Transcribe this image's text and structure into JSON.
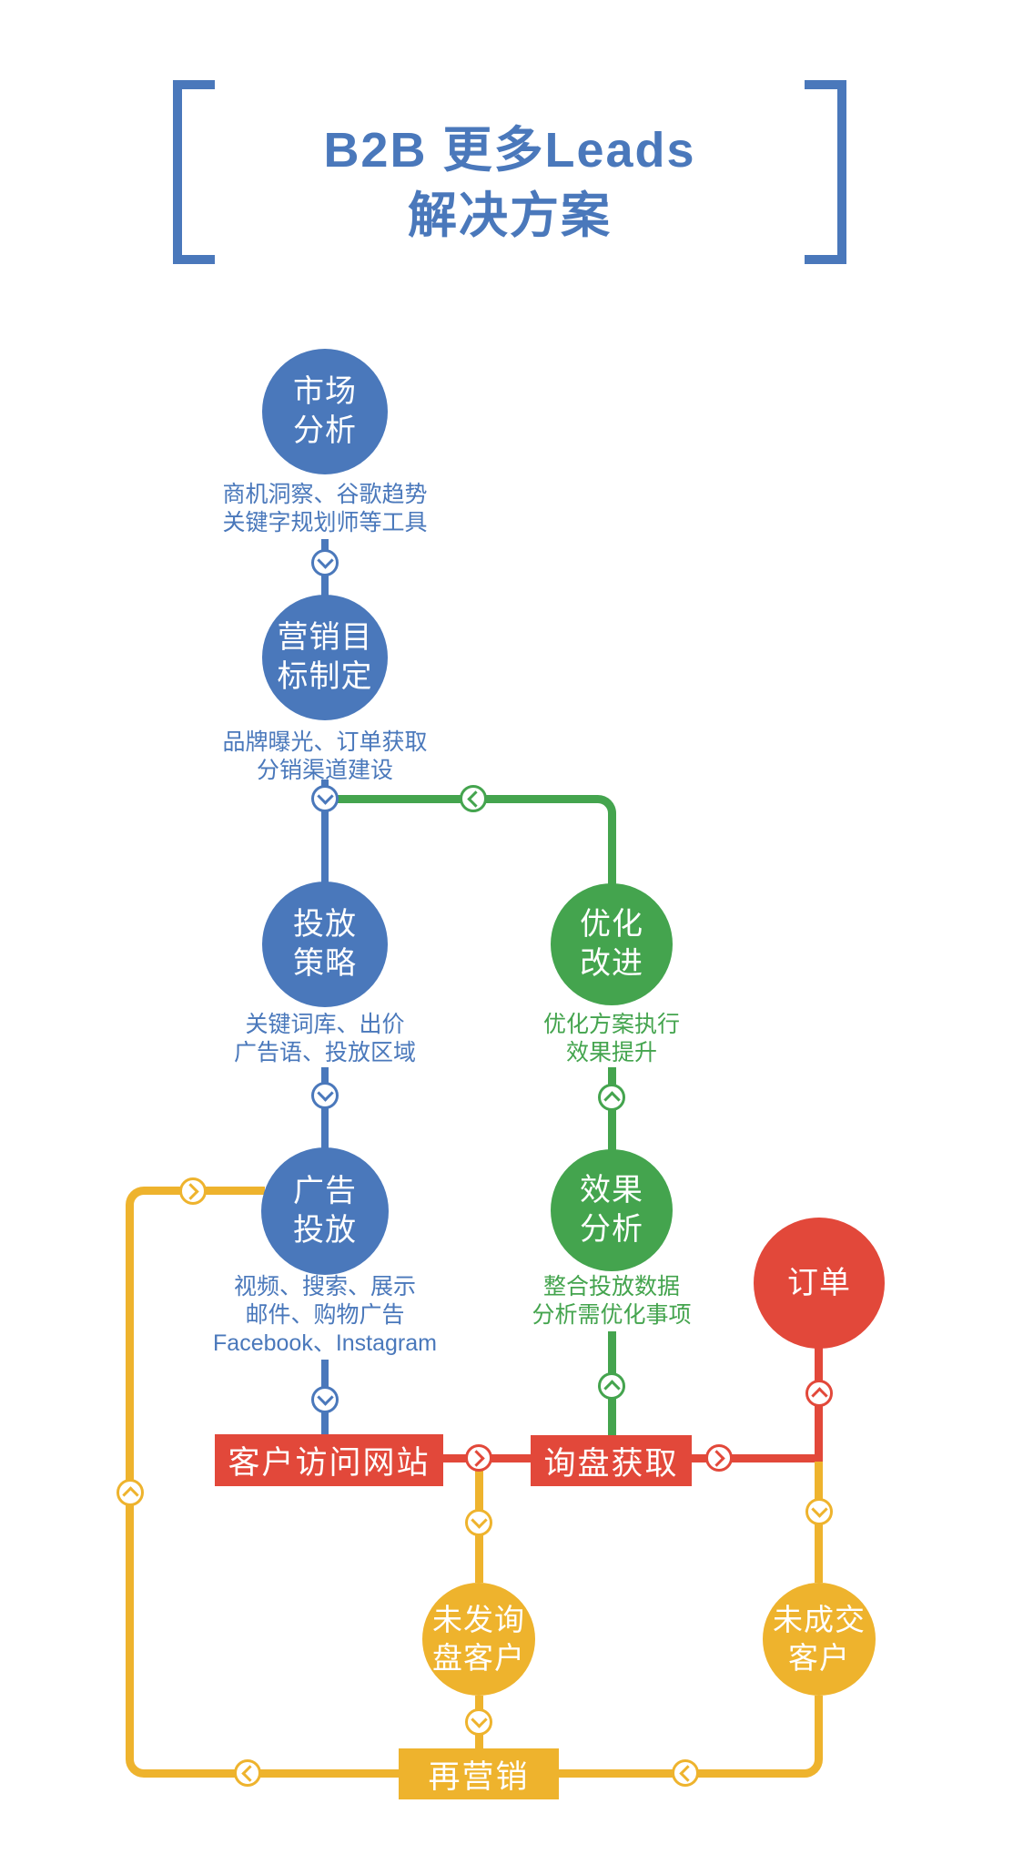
{
  "colors": {
    "blue": "#4a78bb",
    "green": "#44a44e",
    "red": "#e2483a",
    "yellow": "#eeb32d"
  },
  "title": {
    "line1": "B2B 更多Leads",
    "line2": "解决方案"
  },
  "flow": {
    "market_analysis": {
      "label": "市场\n分析",
      "caption": "商机洞察、谷歌趋势\n关键字规划师等工具"
    },
    "marketing_goal": {
      "label": "营销目\n标制定",
      "caption": "品牌曝光、订单获取\n分销渠道建设"
    },
    "delivery_strategy": {
      "label": "投放\n策略",
      "caption": "关键词库、出价\n广告语、投放区域"
    },
    "optimize_improve": {
      "label": "优化\n改进",
      "caption": "优化方案执行\n效果提升"
    },
    "ad_delivery": {
      "label": "广告\n投放",
      "caption": "视频、搜索、展示\n邮件、购物广告\nFacebook、Instagram"
    },
    "effect_analysis": {
      "label": "效果\n分析",
      "caption": "整合投放数据\n分析需优化事项"
    },
    "order": {
      "label": "订单"
    },
    "visit_site": {
      "label": "客户访问网站"
    },
    "inquiry_acquisition": {
      "label": "询盘获取"
    },
    "no_inquiry_customers": {
      "label": "未发询\n盘客户"
    },
    "unclosed_customers": {
      "label": "未成交\n客户"
    },
    "remarketing": {
      "label": "再营销"
    }
  }
}
